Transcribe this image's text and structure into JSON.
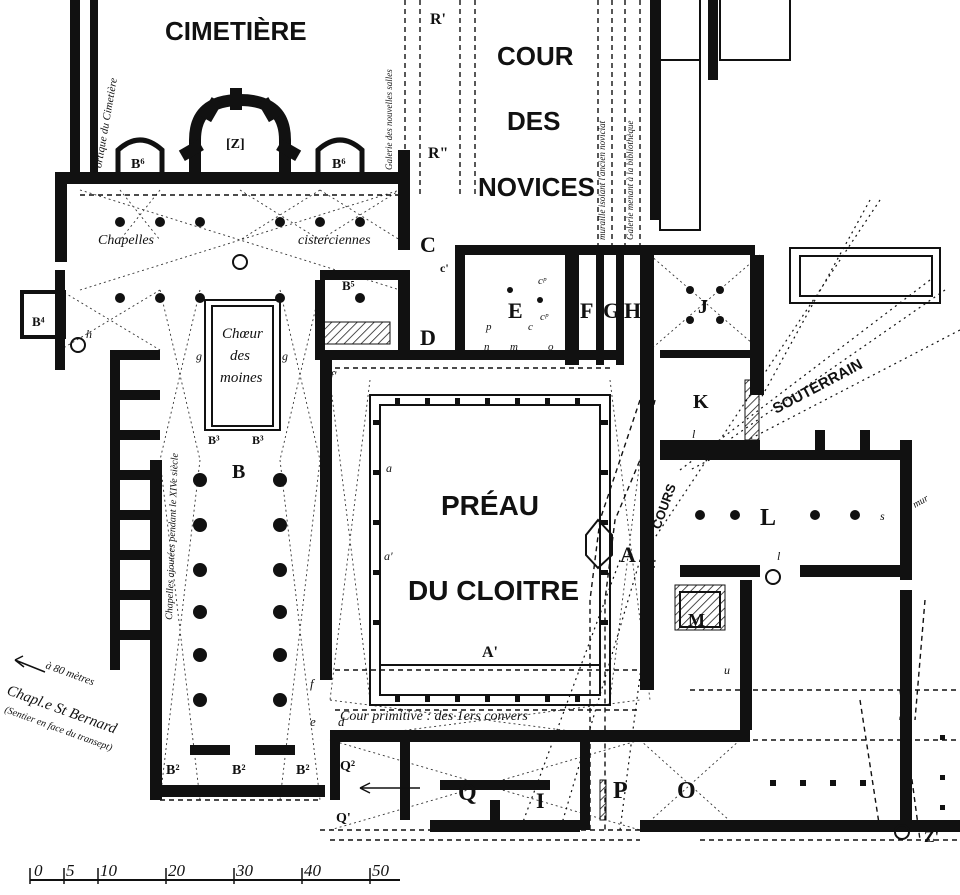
{
  "rooms": {
    "cimetiere": "CIMETIÈRE",
    "cour_novices": [
      "COUR",
      "DES",
      "NOVICES"
    ],
    "preau": [
      "PRÉAU",
      "DU CLOITRE"
    ],
    "souterrain": "SOUTERRAIN",
    "cours": "COURS",
    "choeur": [
      "Chœur",
      "des",
      "moines"
    ],
    "chapelles": "Chapelles",
    "cisterciennes": "cisterciennes",
    "cour_primitive": "Cour primitive  :  des 1ers convers"
  },
  "side_notes": {
    "portique": "Portique du Cimetière",
    "galerie_salles": "Galerie des nouvelles salles",
    "muraille_noviciat": "muraille isolant l'ancien noviciat",
    "galerie_bibliotheque": "Galerie menant à la bibliothèque",
    "chapelles_ajoutees": "Chapelles ajoutées pendant le XIVe siècle",
    "mur": "mur",
    "chapelle_arrow": "à 80 mètres",
    "chapelle_name": "Chapl.e St Bernard",
    "chapelle_note": "(Sentier en face du transept)"
  },
  "letters": {
    "R1": "R'",
    "R2": "R\"",
    "Z": "[Z]",
    "B6a": "B⁶",
    "B6b": "B⁶",
    "B5": "B⁵",
    "B4": "B⁴",
    "B3a": "B³",
    "B3b": "B³",
    "B": "B",
    "B2a": "B²",
    "B2b": "B²",
    "B2c": "B²",
    "C": "C",
    "c1": "c'",
    "D": "D",
    "E": "E",
    "F": "F",
    "G": "G",
    "H": "H",
    "J": "J",
    "K": "K",
    "L": "L",
    "M": "M",
    "A": "A",
    "A1": "A'",
    "Q": "Q",
    "Q1": "Q'",
    "Q2": "Q²",
    "P": "P",
    "O": "O",
    "I": "I",
    "Z1": "Z'",
    "a": "a",
    "a1": "a'",
    "f": "f",
    "f1": "f'",
    "e": "e",
    "d": "d",
    "h": "h",
    "g1": "g",
    "g2": "g",
    "i": "i",
    "l": "l",
    "l2": "l",
    "s": "s",
    "u": "u",
    "n": "n",
    "m": "m",
    "o": "o",
    "p": "p",
    "c2": "c",
    "cp1": "cᵖ",
    "cp2": "cᵖ"
  },
  "scale": {
    "ticks": [
      "0",
      "5",
      "10",
      "20",
      "30",
      "40",
      "50"
    ]
  }
}
